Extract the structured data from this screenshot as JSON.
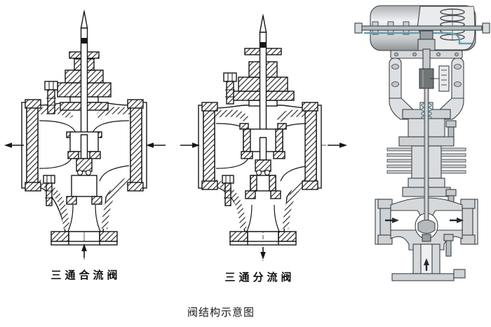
{
  "page": {
    "caption": "阀结构示意图",
    "background_color": "#ffffff",
    "ink_color": "#161616"
  },
  "figures": [
    {
      "id": "three-way-converging-valve",
      "label": "三通合流阀",
      "drawing_style": "black-and-white cross-section line drawing",
      "flow_arrows": [
        {
          "name": "left-port-arrow",
          "direction": "left"
        },
        {
          "name": "right-port-arrow",
          "direction": "left"
        },
        {
          "name": "bottom-port-arrow",
          "direction": "up"
        }
      ]
    },
    {
      "id": "three-way-diverting-valve",
      "label": "三通分流阀",
      "drawing_style": "black-and-white cross-section line drawing with faint red watermark",
      "flow_arrows": [
        {
          "name": "left-port-arrow",
          "direction": "right"
        },
        {
          "name": "right-port-arrow",
          "direction": "right"
        },
        {
          "name": "bottom-port-arrow",
          "direction": "down"
        }
      ]
    },
    {
      "id": "pneumatic-diaphragm-actuated-three-way-valve",
      "label": "",
      "drawing_style": "gray shaded cutaway rendering with diaphragm actuator, yoke and finned bonnet",
      "flow_arrows": [
        {
          "name": "left-port-arrow",
          "direction": "right"
        },
        {
          "name": "right-port-arrow",
          "direction": "right"
        },
        {
          "name": "bottom-port-arrow",
          "direction": "up"
        }
      ],
      "accent_colors": {
        "air_line_blue": "#6d9cae",
        "metal_gray": "#d6d9db"
      }
    }
  ]
}
